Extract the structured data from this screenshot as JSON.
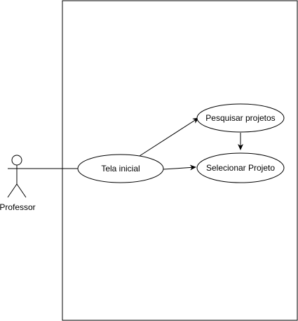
{
  "diagram": {
    "type": "use-case",
    "actor": {
      "name": "Professor",
      "icon": "stick-figure-icon"
    },
    "use_cases": [
      {
        "id": "tela_inicial",
        "label": "Tela inicial"
      },
      {
        "id": "pesquisar_projetos",
        "label": "Pesquisar projetos"
      },
      {
        "id": "selecionar_projeto",
        "label": "Selecionar Projeto"
      }
    ],
    "associations": [
      {
        "from": "actor",
        "to": "tela_inicial",
        "arrow": false
      },
      {
        "from": "tela_inicial",
        "to": "pesquisar_projetos",
        "arrow": true
      },
      {
        "from": "tela_inicial",
        "to": "selecionar_projeto",
        "arrow": true
      },
      {
        "from": "pesquisar_projetos",
        "to": "selecionar_projeto",
        "arrow": true
      }
    ],
    "colors": {
      "stroke": "#000000",
      "fill": "#ffffff",
      "background": "#ffffff"
    }
  }
}
